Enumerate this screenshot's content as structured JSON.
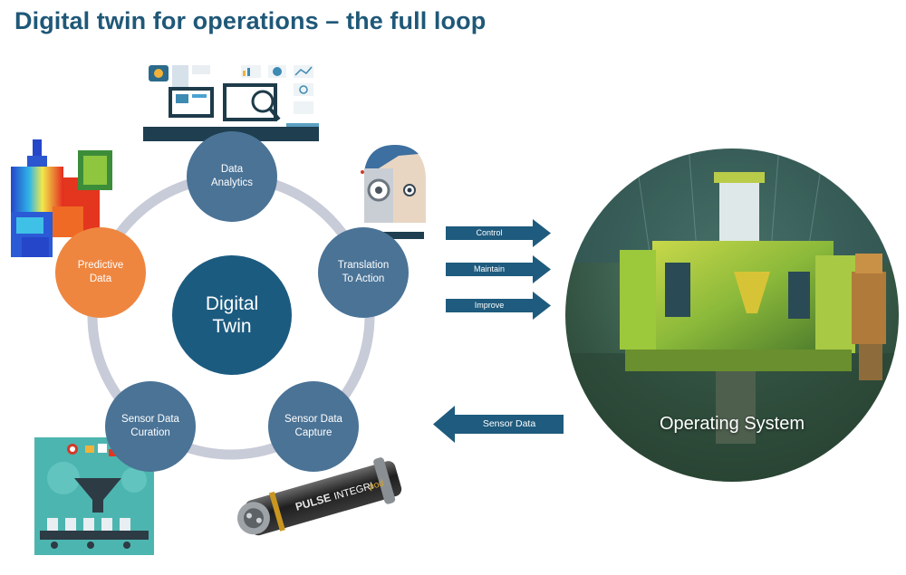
{
  "title": "Digital twin for operations – the full loop",
  "center": {
    "label": "Digital\nTwin"
  },
  "nodes": {
    "data_analytics": "Data\nAnalytics",
    "translation": "Translation\nTo Action",
    "capture": "Sensor Data\nCapture",
    "curation": "Sensor Data\nCuration",
    "predictive": "Predictive\nData"
  },
  "actions": {
    "control": "Control",
    "maintain": "Maintain",
    "improve": "Improve"
  },
  "sensor_data": "Sensor Data",
  "operating_system": "Operating System",
  "product_label": {
    "pulse": "PULSE",
    "integri": "INTEGRI",
    "pod": "pod"
  },
  "colors": {
    "title": "#1f5878",
    "node": "#4a7396",
    "center": "#1c5b80",
    "predictive": "#ee8640",
    "ring": "#c8cbd8",
    "arrow": "#1e5b7e"
  }
}
